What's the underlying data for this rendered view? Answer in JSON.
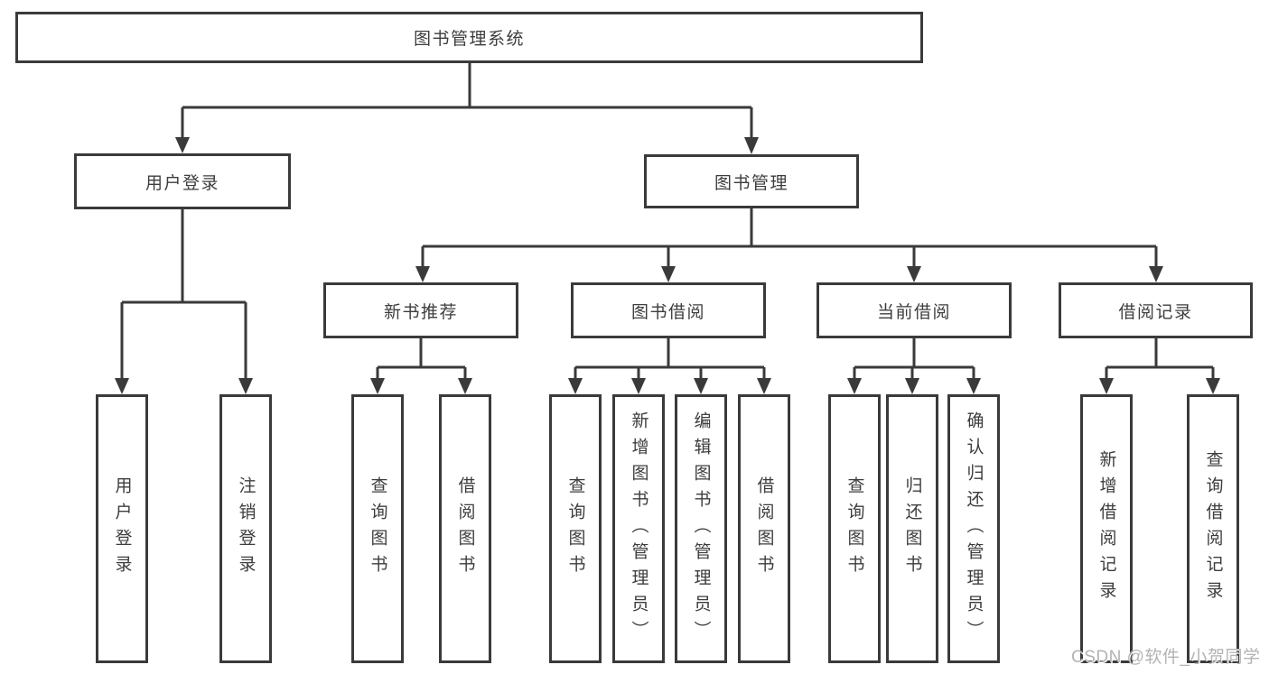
{
  "diagram": {
    "title": "图书管理系统",
    "level2": [
      {
        "label": "用户登录"
      },
      {
        "label": "图书管理"
      }
    ],
    "level3": [
      {
        "label": "新书推荐",
        "parent": "图书管理"
      },
      {
        "label": "图书借阅",
        "parent": "图书管理"
      },
      {
        "label": "当前借阅",
        "parent": "图书管理"
      },
      {
        "label": "借阅记录",
        "parent": "图书管理"
      }
    ],
    "leaves": [
      {
        "label": "用户登录",
        "parent": "用户登录"
      },
      {
        "label": "注销登录",
        "parent": "用户登录"
      },
      {
        "label": "查询图书",
        "parent": "新书推荐"
      },
      {
        "label": "借阅图书",
        "parent": "新书推荐"
      },
      {
        "label": "查询图书",
        "parent": "图书借阅"
      },
      {
        "label": "新增图书（管理员）",
        "parent": "图书借阅"
      },
      {
        "label": "编辑图书（管理员）",
        "parent": "图书借阅"
      },
      {
        "label": "借阅图书",
        "parent": "图书借阅"
      },
      {
        "label": "查询图书",
        "parent": "当前借阅"
      },
      {
        "label": "归还图书",
        "parent": "当前借阅"
      },
      {
        "label": "确认归还（管理员）",
        "parent": "当前借阅"
      },
      {
        "label": "新增借阅记录",
        "parent": "借阅记录"
      },
      {
        "label": "查询借阅记录",
        "parent": "借阅记录"
      }
    ],
    "watermark": "CSDN @软件_小贺同学"
  },
  "colors": {
    "line": "#3a3a3a",
    "text": "#3d3d3d",
    "watermark": "#b3b3b3",
    "background": "#ffffff",
    "box_fill": "#ffffff"
  }
}
